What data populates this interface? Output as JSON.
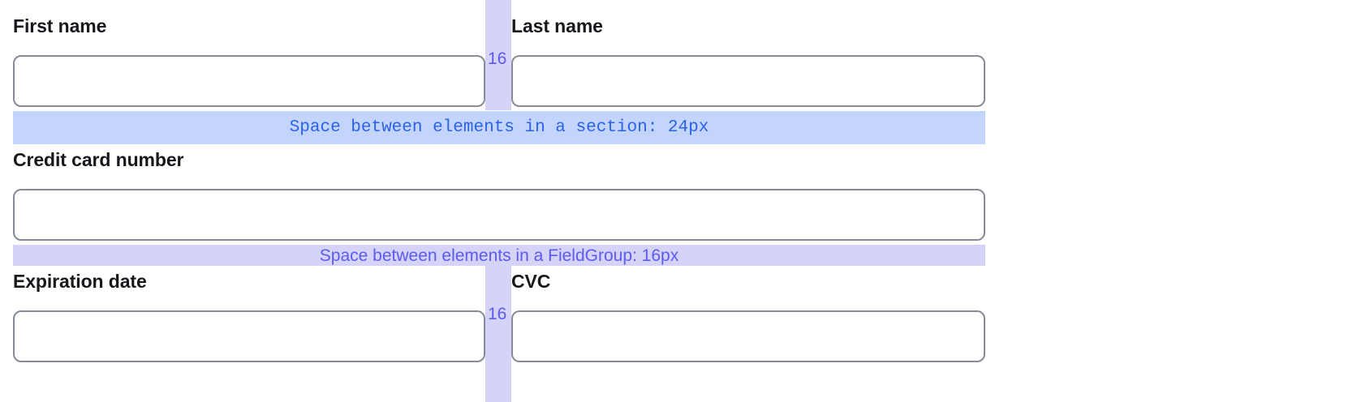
{
  "form": {
    "rows": [
      {
        "name": "name-row",
        "fields": [
          {
            "id": "first-name",
            "label": "First name",
            "value": "",
            "placeholder": ""
          },
          {
            "id": "last-name",
            "label": "Last name",
            "value": "",
            "placeholder": ""
          }
        ],
        "gap_label": "16"
      },
      {
        "name": "card-number-row",
        "fields": [
          {
            "id": "credit-card-number",
            "label": "Credit card number",
            "value": "",
            "placeholder": ""
          }
        ],
        "gap_label": ""
      },
      {
        "name": "expiry-cvc-row",
        "fields": [
          {
            "id": "expiration-date",
            "label": "Expiration date",
            "value": "",
            "placeholder": ""
          },
          {
            "id": "cvc",
            "label": "CVC",
            "value": "",
            "placeholder": ""
          }
        ],
        "gap_label": "16"
      }
    ]
  },
  "annotations": {
    "section_gap": {
      "text": "Space between elements in a section: 24px",
      "background": "#c3d4fd",
      "color": "#2b62e8"
    },
    "fieldgroup_gap": {
      "text": "Space between elements in a FieldGroup: 16px",
      "background": "#d5d3f7",
      "color": "#5b5bf0"
    },
    "column_gap": {
      "label": "16",
      "background": "#d5d3f7",
      "color": "#5b5bf0"
    }
  }
}
